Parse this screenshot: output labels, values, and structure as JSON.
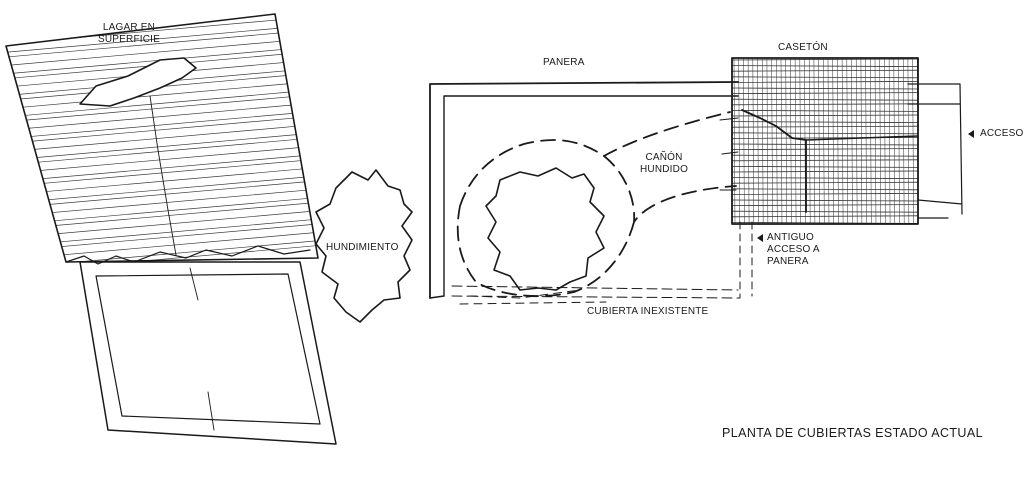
{
  "labels": {
    "lagar_line1": "LAGAR EN",
    "lagar_line2": "SUPERFICIE",
    "hundimiento": "HUNDIMIENTO",
    "panera": "PANERA",
    "caseton": "CASETÓN",
    "acceso": "ACCESO",
    "canon_line1": "CAÑÓN",
    "canon_line2": "HUNDIDO",
    "antiguo_line1": "ANTIGUO",
    "antiguo_line2": "ACCESO A",
    "antiguo_line3": "PANERA",
    "cubierta": "CUBIERTA INEXISTENTE"
  },
  "title": "PLANTA DE CUBIERTAS ESTADO ACTUAL",
  "colors": {
    "ink": "#1a1a1a",
    "paper": "#ffffff"
  }
}
